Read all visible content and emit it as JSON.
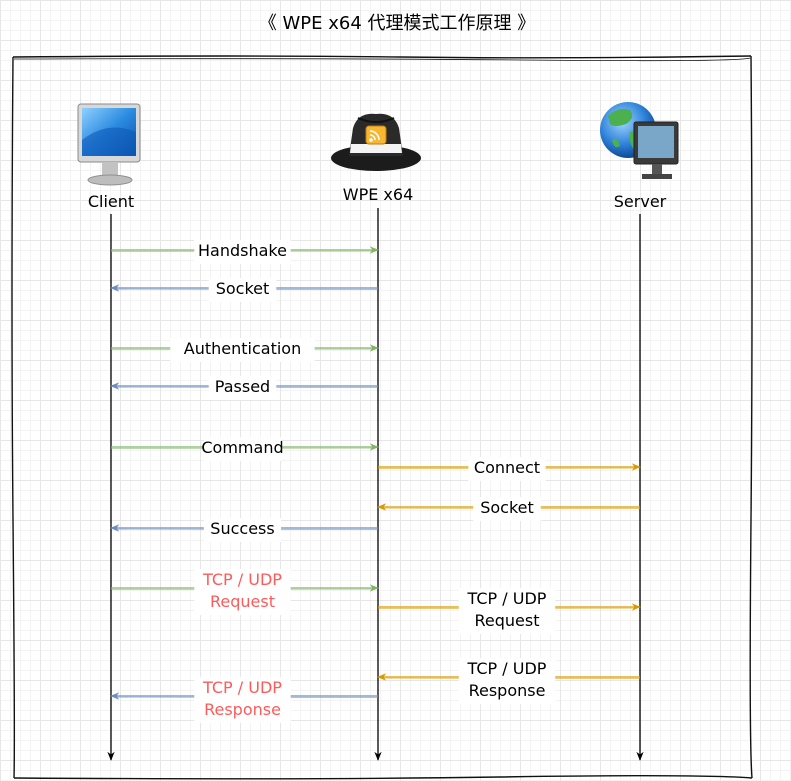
{
  "title": "《 WPE x64 代理模式工作原理 》",
  "nodes": {
    "client": {
      "label": "Client",
      "icon": "monitor-icon"
    },
    "proxy": {
      "label": "WPE x64",
      "icon": "fedora-hat-icon"
    },
    "server": {
      "label": "Server",
      "icon": "globe-server-icon"
    }
  },
  "colors": {
    "request": "#82b366",
    "response": "#6c8ebf",
    "upstream": "#d79b00",
    "highlight": "#ff5a5a"
  },
  "messages": [
    {
      "from": "client",
      "to": "proxy",
      "lines": [
        "Handshake"
      ]
    },
    {
      "from": "proxy",
      "to": "client",
      "lines": [
        "Socket"
      ]
    },
    {
      "from": "client",
      "to": "proxy",
      "lines": [
        "Authentication"
      ]
    },
    {
      "from": "proxy",
      "to": "client",
      "lines": [
        "Passed"
      ]
    },
    {
      "from": "client",
      "to": "proxy",
      "lines": [
        "Command"
      ]
    },
    {
      "from": "proxy",
      "to": "server",
      "lines": [
        "Connect"
      ]
    },
    {
      "from": "server",
      "to": "proxy",
      "lines": [
        "Socket"
      ]
    },
    {
      "from": "proxy",
      "to": "client",
      "lines": [
        "Success"
      ]
    },
    {
      "from": "client",
      "to": "proxy",
      "lines": [
        "TCP / UDP",
        "Request"
      ],
      "highlight": true
    },
    {
      "from": "proxy",
      "to": "server",
      "lines": [
        "TCP / UDP",
        "Request"
      ]
    },
    {
      "from": "server",
      "to": "proxy",
      "lines": [
        "TCP / UDP",
        "Response"
      ]
    },
    {
      "from": "proxy",
      "to": "client",
      "lines": [
        "TCP / UDP",
        "Response"
      ],
      "highlight": true
    }
  ]
}
